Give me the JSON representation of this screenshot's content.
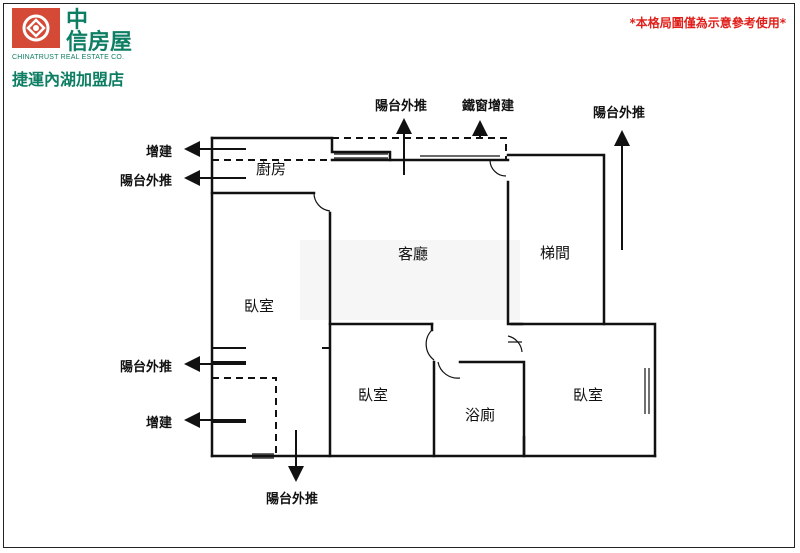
{
  "logo": {
    "brand_line1": "中",
    "brand_line2": "信房屋",
    "english": "CHINATRUST REAL ESTATE CO.",
    "branch": "捷運內湖加盟店",
    "icon": "chinatrust-logo-icon"
  },
  "notice": "*本格局圖僅為示意參考使用*",
  "rooms": {
    "kitchen": "廚房",
    "living_room": "客廳",
    "stairwell": "梯間",
    "bedroom_left": "臥室",
    "bedroom_middle": "臥室",
    "bathroom": "浴廁",
    "bedroom_right": "臥室"
  },
  "annotations": {
    "extension_top": "增建",
    "balcony_out_top_left": "陽台外推",
    "balcony_out_top": "陽台外推",
    "iron_window_extension": "鐵窗增建",
    "balcony_out_top_right": "陽台外推",
    "balcony_out_mid_left": "陽台外推",
    "extension_bottom": "增建",
    "balcony_out_bottom": "陽台外推"
  },
  "colors": {
    "brand_green": "#0d7e63",
    "brand_red": "#d44a36",
    "notice_red": "#e0201b"
  }
}
